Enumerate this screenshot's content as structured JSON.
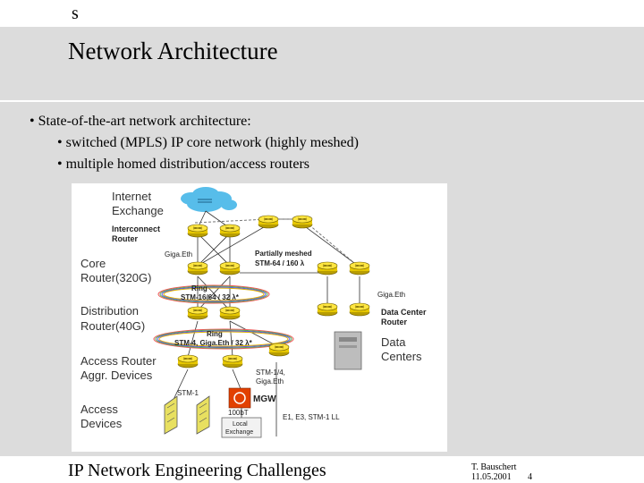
{
  "header": {
    "corner_text": "s"
  },
  "slide": {
    "title": "Network Architecture",
    "bullets": [
      "State-of-the-art network architecture:",
      "switched (MPLS) IP core network (highly meshed)",
      "multiple homed distribution/access routers"
    ]
  },
  "diagram": {
    "labels": {
      "internet_exchange_1": "Internet",
      "internet_exchange_2": "Exchange",
      "interconnect_1": "Interconnect",
      "interconnect_2": "Router",
      "core_1": "Core",
      "core_2": "Router(320G)",
      "distribution_1": "Distribution",
      "distribution_2": "Router(40G)",
      "access_1": "Access Router",
      "access_2": "Aggr. Devices",
      "access_devices_1": "Access",
      "access_devices_2": "Devices",
      "gigaeth_left": "Giga.Eth",
      "partial_1": "Partially meshed",
      "partial_2": "STM-64 / 160 λ",
      "ring1_1": "Ring",
      "ring1_2": "STM-16/64 / 32 λ*",
      "gigaeth_right": "Giga.Eth",
      "dc_router_1": "Data Center",
      "dc_router_2": "Router",
      "ring2_1": "Ring",
      "ring2_2": "STM-4, Giga.Eth / 32 λ*",
      "dc_1": "Data",
      "dc_2": "Centers",
      "stm14_1": "STM-1/4,",
      "stm14_2": "Giga.Eth",
      "stm1": "STM-1",
      "mgw": "MGW",
      "t100": "100bT",
      "local_1": "Local",
      "local_2": "Exchange",
      "e1": "E1, E3, STM-1 LL"
    }
  },
  "footer": {
    "title": "IP Network Engineering Challenges",
    "author": "T. Bauschert",
    "date": "11.05.2001",
    "page": "4"
  }
}
